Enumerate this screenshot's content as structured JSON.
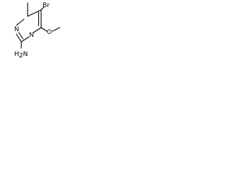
{
  "molecule": {
    "atoms": [
      {
        "id": "br",
        "symbol": "Br"
      },
      {
        "id": "o",
        "symbol": "O"
      },
      {
        "id": "n_top",
        "symbol": "N"
      },
      {
        "id": "n_bottom",
        "symbol": "N"
      },
      {
        "id": "amine_n",
        "symbol": "N"
      },
      {
        "id": "amine_h",
        "symbol": "H"
      },
      {
        "id": "amine_h_count",
        "symbol": "2"
      }
    ]
  }
}
